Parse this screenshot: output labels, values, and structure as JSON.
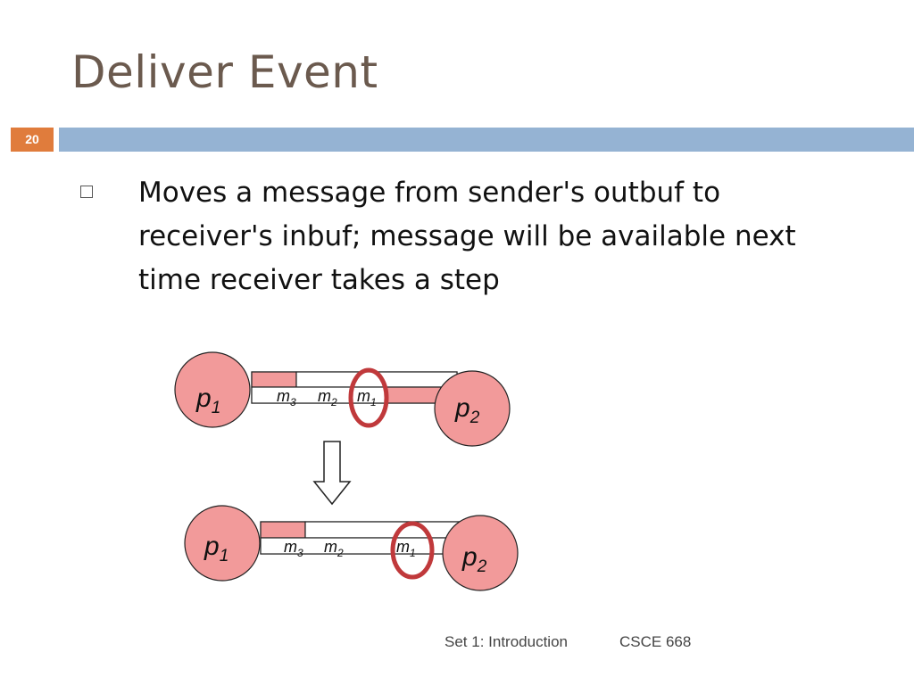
{
  "slide": {
    "title": "Deliver Event",
    "number": "20",
    "bullet": "Moves a message from sender's outbuf to receiver's inbuf; message will be available next time receiver takes a step"
  },
  "footer": {
    "left": "Set 1:  Introduction",
    "right": "CSCE 668"
  },
  "diagram": {
    "before": {
      "sender": {
        "base": "p",
        "sub": "1"
      },
      "receiver": {
        "base": "p",
        "sub": "2"
      },
      "messages": [
        {
          "base": "m",
          "sub": "3"
        },
        {
          "base": "m",
          "sub": "2"
        },
        {
          "base": "m",
          "sub": "1"
        }
      ]
    },
    "after": {
      "sender": {
        "base": "p",
        "sub": "1"
      },
      "receiver": {
        "base": "p",
        "sub": "2"
      },
      "messages": [
        {
          "base": "m",
          "sub": "3"
        },
        {
          "base": "m",
          "sub": "2"
        },
        {
          "base": "m",
          "sub": "1"
        }
      ]
    },
    "colors": {
      "node_fill": "#f29a9a",
      "buffer_fill": "#f29a9a",
      "highlight_ring": "#c0393b"
    }
  }
}
